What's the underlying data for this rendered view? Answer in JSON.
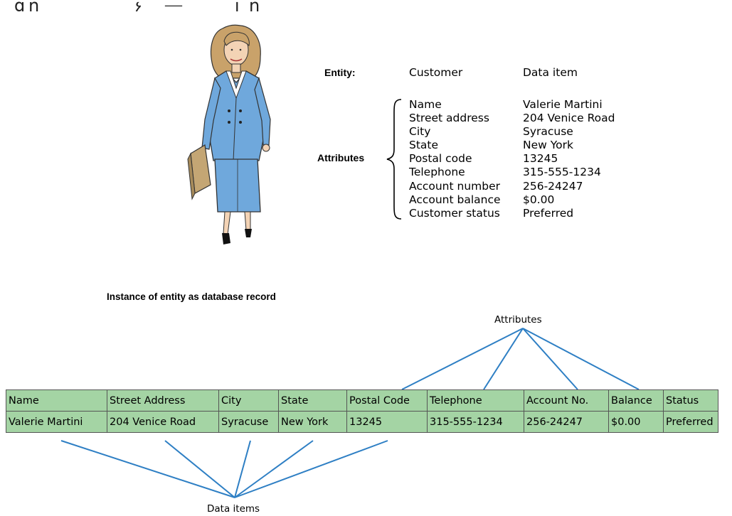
{
  "entity": {
    "label": "Entity:",
    "name": "Customer",
    "data_item_header": "Data item"
  },
  "attributes": {
    "label": "Attributes",
    "items": [
      {
        "name": "Name",
        "value": "Valerie Martini"
      },
      {
        "name": "Street address",
        "value": "204 Venice Road"
      },
      {
        "name": "City",
        "value": "Syracuse"
      },
      {
        "name": "State",
        "value": "New York"
      },
      {
        "name": "Postal code",
        "value": "13245"
      },
      {
        "name": "Telephone",
        "value": "315-555-1234"
      },
      {
        "name": "Account number",
        "value": "256-24247"
      },
      {
        "name": "Account balance",
        "value": "$0.00"
      },
      {
        "name": "Customer status",
        "value": "Preferred"
      }
    ]
  },
  "record": {
    "title": "Instance of entity as database record",
    "headers": [
      "Name",
      "Street Address",
      "City",
      "State",
      "Postal Code",
      "Telephone",
      "Account No.",
      "Balance",
      "Status"
    ],
    "row": [
      "Valerie Martini",
      "204 Venice Road",
      "Syracuse",
      "New York",
      "13245",
      "315-555-1234",
      "256-24247",
      "$0.00",
      "Preferred"
    ]
  },
  "callouts": {
    "attributes": "Attributes",
    "data_items": "Data items"
  },
  "colors": {
    "table_fill": "#a4d4a4",
    "connector": "#2e7fc4",
    "suit": "#6fa8dc",
    "hair": "#c9a26a"
  }
}
